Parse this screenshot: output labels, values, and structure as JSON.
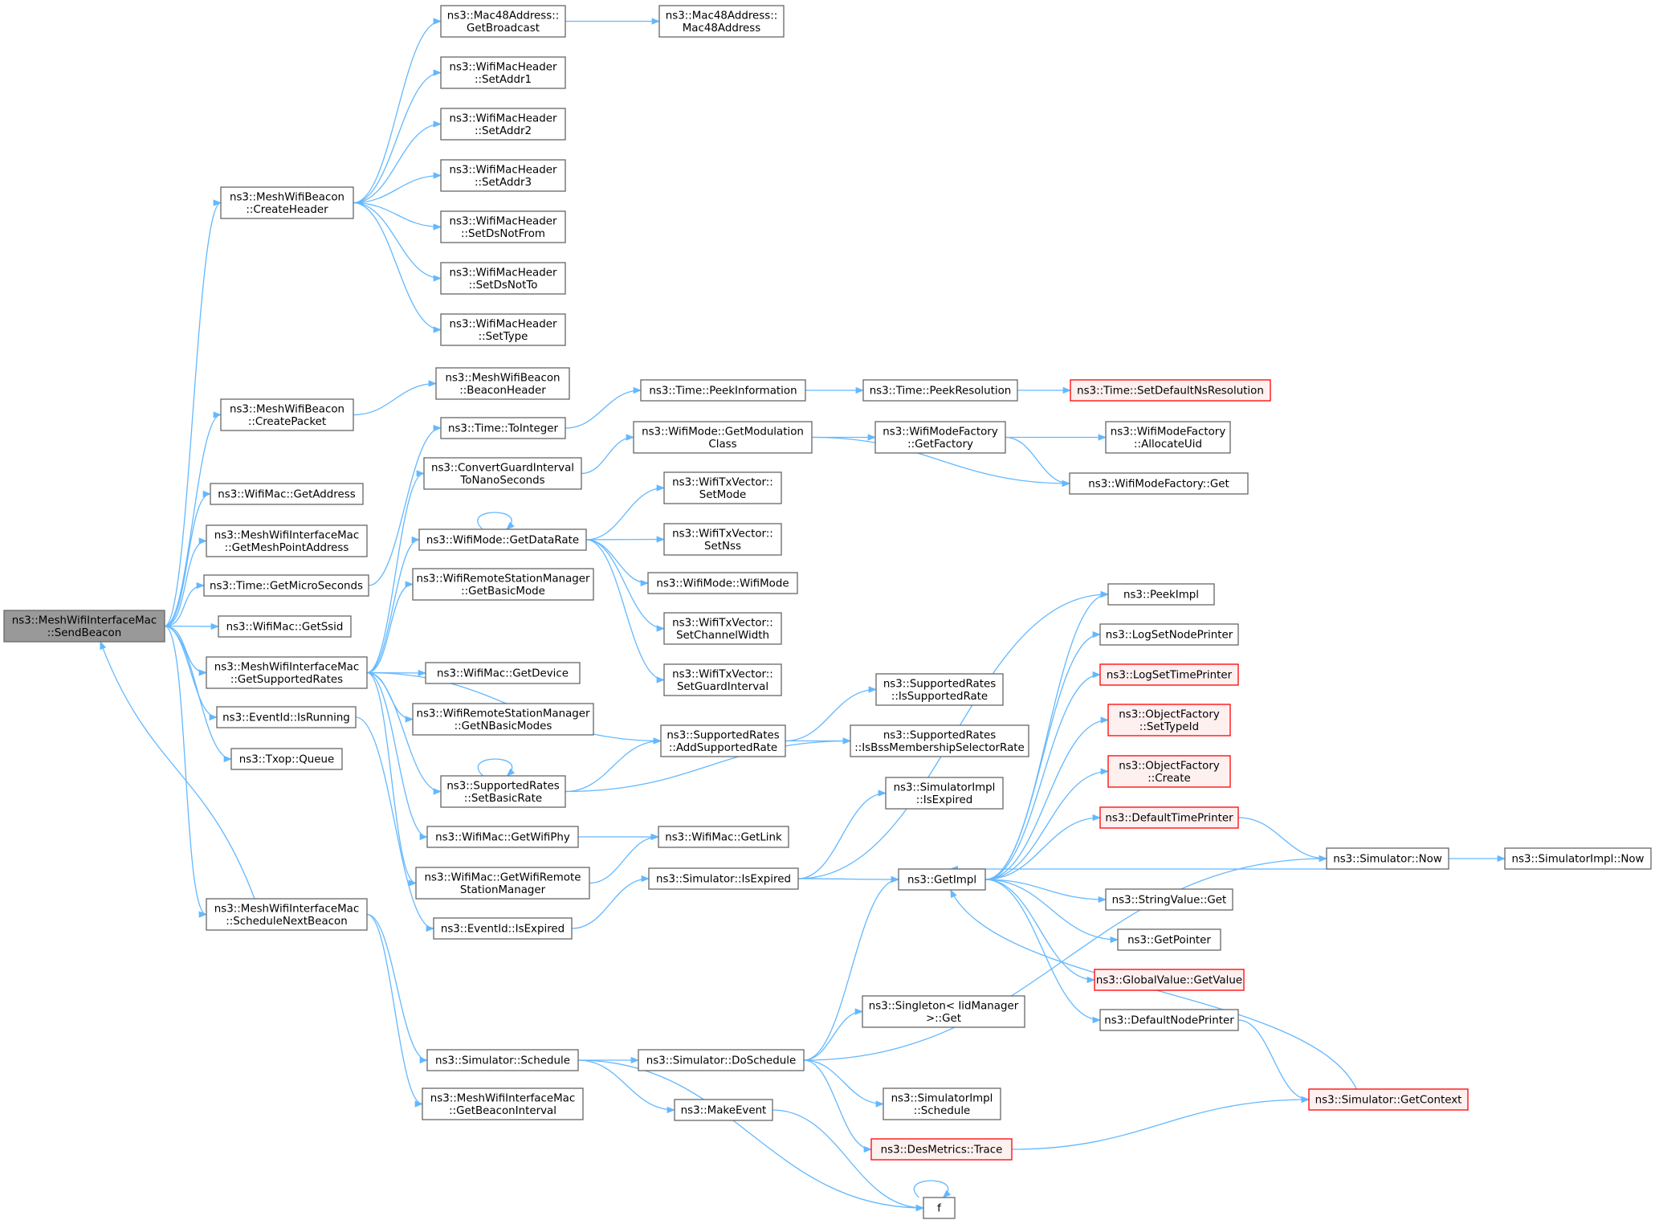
{
  "graph": {
    "nodes": [
      {
        "id": "root",
        "lines": [
          "ns3::MeshWifiInterfaceMac",
          "::SendBeacon"
        ],
        "style": "root"
      },
      {
        "id": "createheader",
        "lines": [
          "ns3::MeshWifiBeacon",
          "::CreateHeader"
        ]
      },
      {
        "id": "createpacket",
        "lines": [
          "ns3::MeshWifiBeacon",
          "::CreatePacket"
        ]
      },
      {
        "id": "getaddress",
        "lines": [
          "ns3::WifiMac::GetAddress"
        ]
      },
      {
        "id": "getmeshpoint",
        "lines": [
          "ns3::MeshWifiInterfaceMac",
          "::GetMeshPointAddress"
        ]
      },
      {
        "id": "getmicro",
        "lines": [
          "ns3::Time::GetMicroSeconds"
        ]
      },
      {
        "id": "getssid",
        "lines": [
          "ns3::WifiMac::GetSsid"
        ]
      },
      {
        "id": "getsuprates",
        "lines": [
          "ns3::MeshWifiInterfaceMac",
          "::GetSupportedRates"
        ]
      },
      {
        "id": "isrunning",
        "lines": [
          "ns3::EventId::IsRunning"
        ]
      },
      {
        "id": "queue",
        "lines": [
          "ns3::Txop::Queue"
        ]
      },
      {
        "id": "schednext",
        "lines": [
          "ns3::MeshWifiInterfaceMac",
          "::ScheduleNextBeacon"
        ]
      },
      {
        "id": "getbroadcast",
        "lines": [
          "ns3::Mac48Address::",
          "GetBroadcast"
        ]
      },
      {
        "id": "setaddr1",
        "lines": [
          "ns3::WifiMacHeader",
          "::SetAddr1"
        ]
      },
      {
        "id": "setaddr2",
        "lines": [
          "ns3::WifiMacHeader",
          "::SetAddr2"
        ]
      },
      {
        "id": "setaddr3",
        "lines": [
          "ns3::WifiMacHeader",
          "::SetAddr3"
        ]
      },
      {
        "id": "setdsnotfrom",
        "lines": [
          "ns3::WifiMacHeader",
          "::SetDsNotFrom"
        ]
      },
      {
        "id": "setdsnotto",
        "lines": [
          "ns3::WifiMacHeader",
          "::SetDsNotTo"
        ]
      },
      {
        "id": "settype",
        "lines": [
          "ns3::WifiMacHeader",
          "::SetType"
        ]
      },
      {
        "id": "beaconheader",
        "lines": [
          "ns3::MeshWifiBeacon",
          "::BeaconHeader"
        ]
      },
      {
        "id": "tointeger",
        "lines": [
          "ns3::Time::ToInteger"
        ]
      },
      {
        "id": "convertgi",
        "lines": [
          "ns3::ConvertGuardInterval",
          "ToNanoSeconds"
        ]
      },
      {
        "id": "getdatarate",
        "lines": [
          "ns3::WifiMode::GetDataRate"
        ]
      },
      {
        "id": "getbasicmode",
        "lines": [
          "ns3::WifiRemoteStationManager",
          "::GetBasicMode"
        ]
      },
      {
        "id": "getdevice",
        "lines": [
          "ns3::WifiMac::GetDevice"
        ]
      },
      {
        "id": "getnbasicmodes",
        "lines": [
          "ns3::WifiRemoteStationManager",
          "::GetNBasicModes"
        ]
      },
      {
        "id": "setbasicrate",
        "lines": [
          "ns3::SupportedRates",
          "::SetBasicRate"
        ]
      },
      {
        "id": "getwifiphy",
        "lines": [
          "ns3::WifiMac::GetWifiPhy"
        ]
      },
      {
        "id": "getwifiremote",
        "lines": [
          "ns3::WifiMac::GetWifiRemote",
          "StationManager"
        ]
      },
      {
        "id": "eventisexpired",
        "lines": [
          "ns3::EventId::IsExpired"
        ]
      },
      {
        "id": "schedule",
        "lines": [
          "ns3::Simulator::Schedule"
        ]
      },
      {
        "id": "getbeaconinterval",
        "lines": [
          "ns3::MeshWifiInterfaceMac",
          "::GetBeaconInterval"
        ]
      },
      {
        "id": "mac48ctor",
        "lines": [
          "ns3::Mac48Address::",
          "Mac48Address"
        ]
      },
      {
        "id": "peekinfo",
        "lines": [
          "ns3::Time::PeekInformation"
        ]
      },
      {
        "id": "getmodclass",
        "lines": [
          "ns3::WifiMode::GetModulation",
          "Class"
        ]
      },
      {
        "id": "setmode",
        "lines": [
          "ns3::WifiTxVector::",
          "SetMode"
        ]
      },
      {
        "id": "setnss",
        "lines": [
          "ns3::WifiTxVector::",
          "SetNss"
        ]
      },
      {
        "id": "wifimode",
        "lines": [
          "ns3::WifiMode::WifiMode"
        ]
      },
      {
        "id": "setchanwidth",
        "lines": [
          "ns3::WifiTxVector::",
          "SetChannelWidth"
        ]
      },
      {
        "id": "setguard",
        "lines": [
          "ns3::WifiTxVector::",
          "SetGuardInterval"
        ]
      },
      {
        "id": "addsuprate",
        "lines": [
          "ns3::SupportedRates",
          "::AddSupportedRate"
        ]
      },
      {
        "id": "getlink",
        "lines": [
          "ns3::WifiMac::GetLink"
        ]
      },
      {
        "id": "simisexpired",
        "lines": [
          "ns3::Simulator::IsExpired"
        ]
      },
      {
        "id": "doschedule",
        "lines": [
          "ns3::Simulator::DoSchedule"
        ]
      },
      {
        "id": "makeevent",
        "lines": [
          "ns3::MakeEvent"
        ]
      },
      {
        "id": "peekres",
        "lines": [
          "ns3::Time::PeekResolution"
        ]
      },
      {
        "id": "setdefaultns",
        "lines": [
          "ns3::Time::SetDefaultNsResolution"
        ],
        "style": "red"
      },
      {
        "id": "modefactoryget",
        "lines": [
          "ns3::WifiModeFactory",
          "::GetFactory"
        ]
      },
      {
        "id": "allocuid",
        "lines": [
          "ns3::WifiModeFactory",
          "::AllocateUid"
        ]
      },
      {
        "id": "mfget",
        "lines": [
          "ns3::WifiModeFactory::Get"
        ]
      },
      {
        "id": "issuprate",
        "lines": [
          "ns3::SupportedRates",
          "::IsSupportedRate"
        ]
      },
      {
        "id": "isbss",
        "lines": [
          "ns3::SupportedRates",
          "::IsBssMembershipSelectorRate"
        ]
      },
      {
        "id": "simimplisexpired",
        "lines": [
          "ns3::SimulatorImpl",
          "::IsExpired"
        ]
      },
      {
        "id": "getimpl",
        "lines": [
          "ns3::GetImpl"
        ]
      },
      {
        "id": "singletonget",
        "lines": [
          "ns3::Singleton< IidManager",
          ">::Get"
        ]
      },
      {
        "id": "simimplschedule",
        "lines": [
          "ns3::SimulatorImpl",
          "::Schedule"
        ]
      },
      {
        "id": "desmetrics",
        "lines": [
          "ns3::DesMetrics::Trace"
        ],
        "style": "red"
      },
      {
        "id": "f",
        "lines": [
          "f"
        ]
      },
      {
        "id": "peekimpl",
        "lines": [
          "ns3::PeekImpl"
        ]
      },
      {
        "id": "logsetnode",
        "lines": [
          "ns3::LogSetNodePrinter"
        ]
      },
      {
        "id": "logsettime",
        "lines": [
          "ns3::LogSetTimePrinter"
        ],
        "style": "red"
      },
      {
        "id": "settypeid",
        "lines": [
          "ns3::ObjectFactory",
          "::SetTypeId"
        ],
        "style": "red"
      },
      {
        "id": "ofcreate",
        "lines": [
          "ns3::ObjectFactory",
          "::Create"
        ],
        "style": "red"
      },
      {
        "id": "defaulttimeprinter",
        "lines": [
          "ns3::DefaultTimePrinter"
        ],
        "style": "red"
      },
      {
        "id": "stringvalueget",
        "lines": [
          "ns3::StringValue::Get"
        ]
      },
      {
        "id": "getpointer",
        "lines": [
          "ns3::GetPointer"
        ]
      },
      {
        "id": "globalvalue",
        "lines": [
          "ns3::GlobalValue::GetValue"
        ],
        "style": "red"
      },
      {
        "id": "defaultnodeprinter",
        "lines": [
          "ns3::DefaultNodePrinter"
        ]
      },
      {
        "id": "simnow",
        "lines": [
          "ns3::Simulator::Now"
        ]
      },
      {
        "id": "simimplnow",
        "lines": [
          "ns3::SimulatorImpl::Now"
        ]
      },
      {
        "id": "getcontext",
        "lines": [
          "ns3::Simulator::GetContext"
        ],
        "style": "red"
      }
    ],
    "edges": [
      [
        "root",
        "createheader"
      ],
      [
        "root",
        "createpacket"
      ],
      [
        "root",
        "getaddress"
      ],
      [
        "root",
        "getmeshpoint"
      ],
      [
        "root",
        "getmicro"
      ],
      [
        "root",
        "getssid"
      ],
      [
        "root",
        "getsuprates"
      ],
      [
        "root",
        "isrunning"
      ],
      [
        "root",
        "queue"
      ],
      [
        "root",
        "schednext"
      ],
      [
        "schednext",
        "root"
      ],
      [
        "createheader",
        "getbroadcast"
      ],
      [
        "createheader",
        "setaddr1"
      ],
      [
        "createheader",
        "setaddr2"
      ],
      [
        "createheader",
        "setaddr3"
      ],
      [
        "createheader",
        "setdsnotfrom"
      ],
      [
        "createheader",
        "setdsnotto"
      ],
      [
        "createheader",
        "settype"
      ],
      [
        "getbroadcast",
        "mac48ctor"
      ],
      [
        "createpacket",
        "beaconheader"
      ],
      [
        "getmicro",
        "tointeger"
      ],
      [
        "tointeger",
        "peekinfo"
      ],
      [
        "peekinfo",
        "peekres"
      ],
      [
        "peekres",
        "setdefaultns"
      ],
      [
        "getsuprates",
        "convertgi"
      ],
      [
        "getsuprates",
        "getdatarate"
      ],
      [
        "getsuprates",
        "getbasicmode"
      ],
      [
        "getsuprates",
        "getdevice"
      ],
      [
        "getsuprates",
        "getnbasicmodes"
      ],
      [
        "getsuprates",
        "setbasicrate"
      ],
      [
        "getsuprates",
        "getwifiphy"
      ],
      [
        "getsuprates",
        "getwifiremote"
      ],
      [
        "getsuprates",
        "addsuprate"
      ],
      [
        "isrunning",
        "eventisexpired"
      ],
      [
        "convertgi",
        "getmodclass"
      ],
      [
        "getmodclass",
        "modefactoryget"
      ],
      [
        "getmodclass",
        "mfget"
      ],
      [
        "modefactoryget",
        "allocuid"
      ],
      [
        "modefactoryget",
        "mfget"
      ],
      [
        "getdatarate",
        "getdatarate"
      ],
      [
        "getdatarate",
        "setmode"
      ],
      [
        "getdatarate",
        "setnss"
      ],
      [
        "getdatarate",
        "wifimode"
      ],
      [
        "getdatarate",
        "setchanwidth"
      ],
      [
        "getdatarate",
        "setguard"
      ],
      [
        "setbasicrate",
        "setbasicrate"
      ],
      [
        "setbasicrate",
        "addsuprate"
      ],
      [
        "setbasicrate",
        "isbss"
      ],
      [
        "addsuprate",
        "issuprate"
      ],
      [
        "addsuprate",
        "isbss"
      ],
      [
        "getwifiphy",
        "getlink"
      ],
      [
        "getwifiremote",
        "getlink"
      ],
      [
        "eventisexpired",
        "simisexpired"
      ],
      [
        "simisexpired",
        "simimplisexpired"
      ],
      [
        "simisexpired",
        "getimpl"
      ],
      [
        "simisexpired",
        "peekimpl"
      ],
      [
        "schednext",
        "schedule"
      ],
      [
        "schednext",
        "getbeaconinterval"
      ],
      [
        "schedule",
        "doschedule"
      ],
      [
        "schedule",
        "makeevent"
      ],
      [
        "schedule",
        "f"
      ],
      [
        "doschedule",
        "getimpl"
      ],
      [
        "doschedule",
        "singletonget"
      ],
      [
        "doschedule",
        "simimplschedule"
      ],
      [
        "doschedule",
        "desmetrics"
      ],
      [
        "doschedule",
        "simnow"
      ],
      [
        "makeevent",
        "f"
      ],
      [
        "f",
        "f"
      ],
      [
        "desmetrics",
        "getcontext"
      ],
      [
        "getimpl",
        "peekimpl"
      ],
      [
        "getimpl",
        "logsetnode"
      ],
      [
        "getimpl",
        "logsettime"
      ],
      [
        "getimpl",
        "settypeid"
      ],
      [
        "getimpl",
        "ofcreate"
      ],
      [
        "getimpl",
        "defaulttimeprinter"
      ],
      [
        "getimpl",
        "stringvalueget"
      ],
      [
        "getimpl",
        "getpointer"
      ],
      [
        "getimpl",
        "globalvalue"
      ],
      [
        "getimpl",
        "defaultnodeprinter"
      ],
      [
        "defaulttimeprinter",
        "simnow"
      ],
      [
        "simnow",
        "getimpl"
      ],
      [
        "simnow",
        "simimplnow"
      ],
      [
        "defaultnodeprinter",
        "getcontext"
      ],
      [
        "getcontext",
        "getimpl"
      ]
    ]
  }
}
